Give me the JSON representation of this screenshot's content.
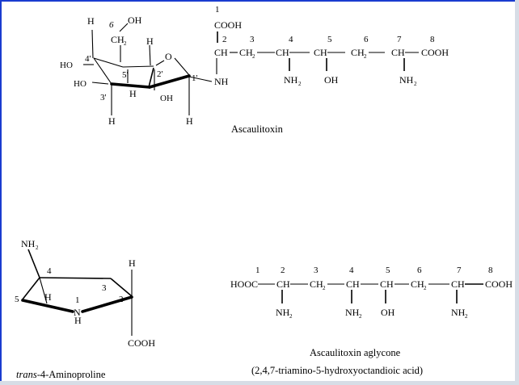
{
  "colors": {
    "frame": "#1a3ccf",
    "background": "#ffffff",
    "outer": "#d7dde6"
  },
  "toxin": {
    "caption": "Ascaulitoxin",
    "sugar_labels": {
      "h_top": "H",
      "c6": "6",
      "oh_top": "OH",
      "ch2": "CH",
      "ch2_sub": "2",
      "ho_left": "HO",
      "c4": "4'",
      "c5": "5'",
      "h_mid": "H",
      "ring_o": "O",
      "c2": "2'",
      "c1": "1'",
      "ho_low": "HO",
      "c3": "3'",
      "h_low": "H",
      "oh_low": "OH",
      "h_bottom_left": "H",
      "h_bottom_right": "H",
      "nh": "NH"
    },
    "chain": {
      "cooh": "COOH",
      "ch_alpha": "CH",
      "ch2": "CH",
      "ch2_sub": "2",
      "ch4": "CH",
      "ch5": "CH",
      "ch6": "CH",
      "ch6_sub": "2",
      "ch7": "CH",
      "cooh_end": "COOH",
      "nh2": "NH",
      "nh2_sub": "2",
      "oh": "OH",
      "numbers": [
        "1",
        "2",
        "3",
        "4",
        "5",
        "6",
        "7",
        "8"
      ]
    }
  },
  "proline": {
    "caption_italic": "trans",
    "caption_rest": "-4-Aminoproline",
    "nh2": "NH",
    "nh2_sub": "2",
    "h_top": "H",
    "h_left": "H",
    "h_n": "H",
    "n": "N",
    "cooh": "COOH",
    "numbers": [
      "1",
      "2",
      "3",
      "4",
      "5"
    ]
  },
  "aglycone": {
    "caption_line1": "Ascaulitoxin aglycone",
    "caption_line2": "(2,4,7-triamino-5-hydroxyoctandioic acid)",
    "hooc": "HOOC",
    "ch": "CH",
    "ch2": "CH",
    "ch2_sub": "2",
    "cooh": "COOH",
    "nh2": "NH",
    "nh2_sub": "2",
    "oh": "OH",
    "numbers": [
      "1",
      "2",
      "3",
      "4",
      "5",
      "6",
      "7",
      "8"
    ]
  }
}
